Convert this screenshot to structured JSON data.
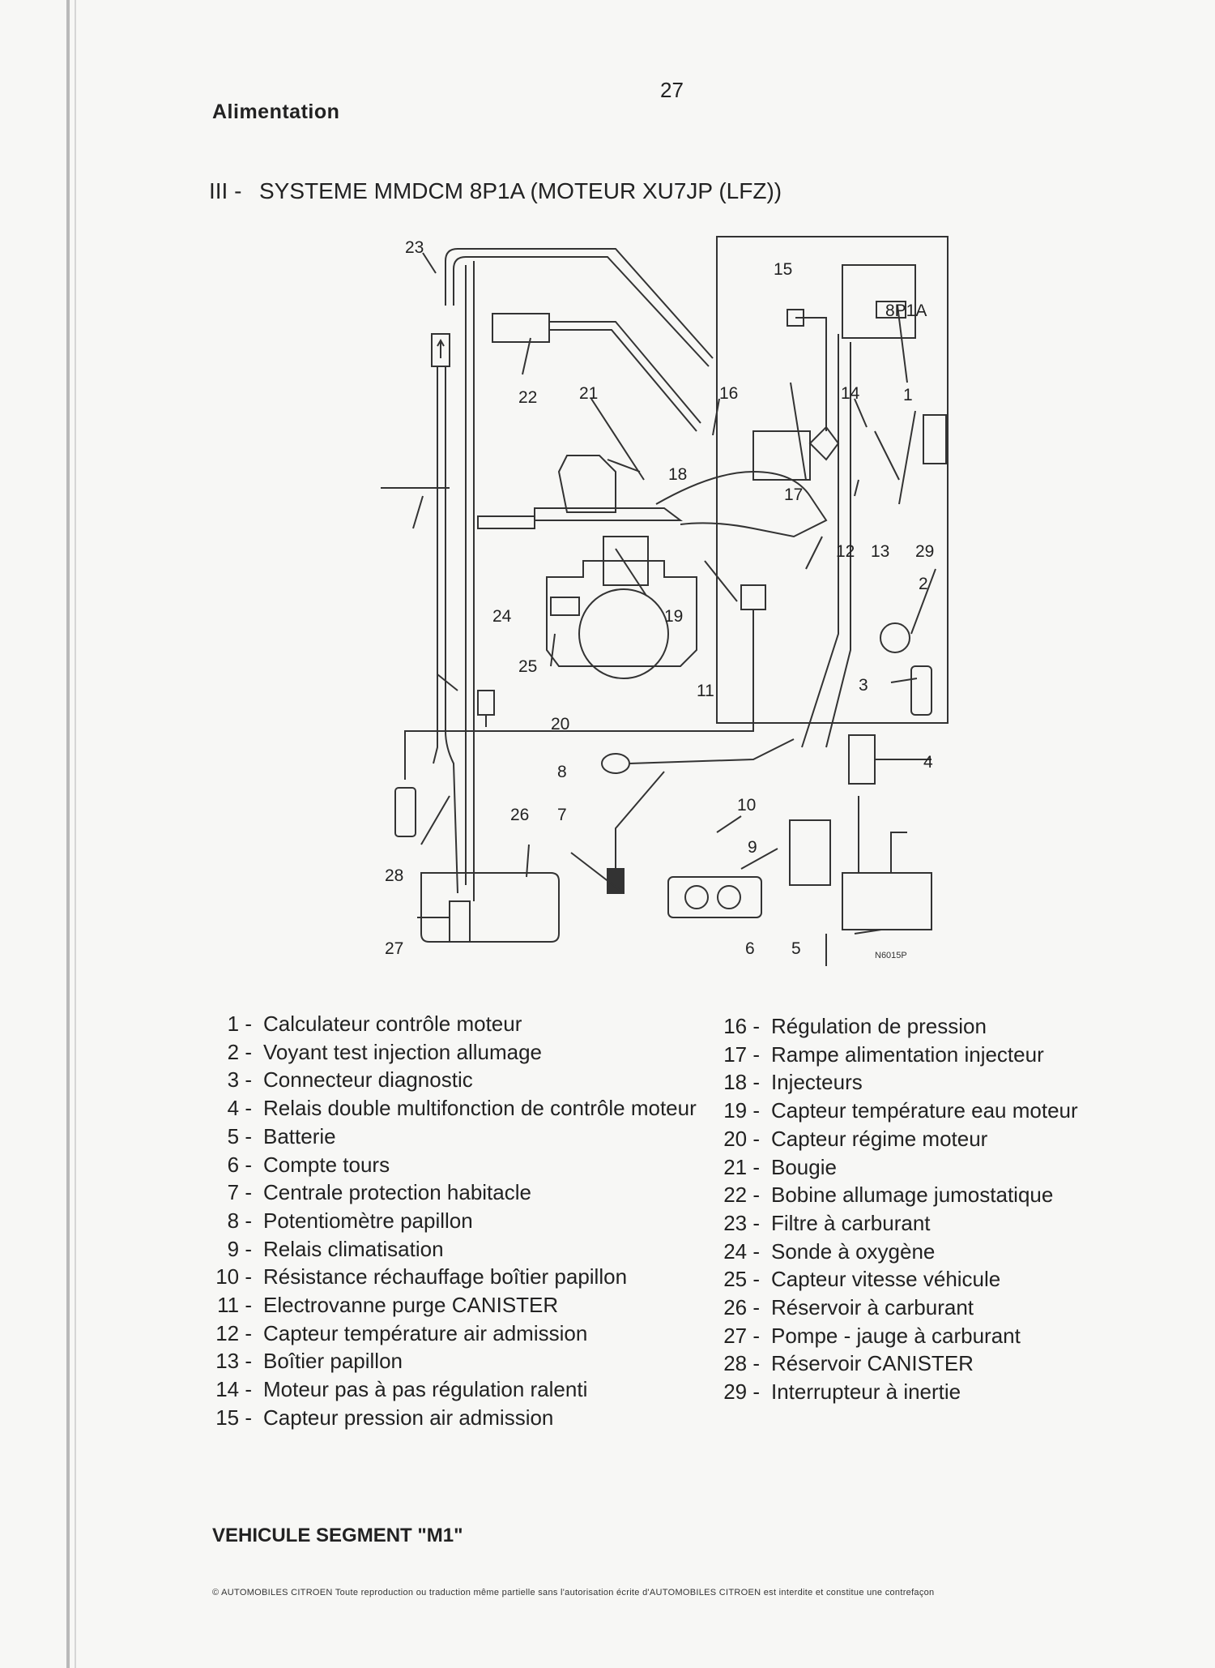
{
  "header": {
    "section": "Alimentation",
    "page_number": "27"
  },
  "title": {
    "roman": "III -",
    "text": "SYSTEME MMDCM 8P1A (MOTEUR XU7JP (LFZ))"
  },
  "diagram": {
    "ecu_label": "8P1A",
    "figure_ref": "N6015P",
    "callouts": [
      "1",
      "2",
      "3",
      "4",
      "5",
      "6",
      "7",
      "8",
      "9",
      "10",
      "11",
      "12",
      "13",
      "14",
      "15",
      "16",
      "17",
      "18",
      "19",
      "20",
      "21",
      "22",
      "23",
      "24",
      "25",
      "26",
      "27",
      "28",
      "29"
    ]
  },
  "legend_left": [
    {
      "num": "1 -",
      "text": "Calculateur contrôle moteur"
    },
    {
      "num": "2 -",
      "text": "Voyant test injection allumage"
    },
    {
      "num": "3 -",
      "text": "Connecteur diagnostic"
    },
    {
      "num": "4 -",
      "text": "Relais double multifonction de contrôle moteur"
    },
    {
      "num": "5 -",
      "text": "Batterie"
    },
    {
      "num": "6 -",
      "text": "Compte tours"
    },
    {
      "num": "7 -",
      "text": "Centrale protection habitacle"
    },
    {
      "num": "8 -",
      "text": "Potentiomètre papillon"
    },
    {
      "num": "9 -",
      "text": "Relais climatisation"
    },
    {
      "num": "10 -",
      "text": "Résistance réchauffage boîtier papillon"
    },
    {
      "num": "11 -",
      "text": "Electrovanne purge CANISTER"
    },
    {
      "num": "12 -",
      "text": "Capteur température air admission"
    },
    {
      "num": "13 -",
      "text": "Boîtier papillon"
    },
    {
      "num": "14 -",
      "text": "Moteur pas à pas régulation ralenti"
    },
    {
      "num": "15 -",
      "text": "Capteur pression air admission"
    }
  ],
  "legend_right": [
    {
      "num": "16 -",
      "text": "Régulation de pression"
    },
    {
      "num": "17 -",
      "text": "Rampe alimentation injecteur"
    },
    {
      "num": "18 -",
      "text": "Injecteurs"
    },
    {
      "num": "19 -",
      "text": "Capteur température eau moteur"
    },
    {
      "num": "20 -",
      "text": "Capteur régime moteur"
    },
    {
      "num": "21 -",
      "text": "Bougie"
    },
    {
      "num": "22 -",
      "text": "Bobine allumage jumostatique"
    },
    {
      "num": "23 -",
      "text": "Filtre à carburant"
    },
    {
      "num": "24 -",
      "text": "Sonde à oxygène"
    },
    {
      "num": "25 -",
      "text": "Capteur vitesse véhicule"
    },
    {
      "num": "26 -",
      "text": "Réservoir à carburant"
    },
    {
      "num": "27 -",
      "text": "Pompe - jauge à carburant"
    },
    {
      "num": "28 -",
      "text": "Réservoir CANISTER"
    },
    {
      "num": "29 -",
      "text": "Interrupteur à inertie"
    }
  ],
  "footer": {
    "segment": "VEHICULE SEGMENT \"M1\"",
    "copyright": "© AUTOMOBILES CITROEN Toute reproduction ou traduction même partielle sans l'autorisation écrite d'AUTOMOBILES CITROEN est interdite et constitue une contrefaçon"
  }
}
